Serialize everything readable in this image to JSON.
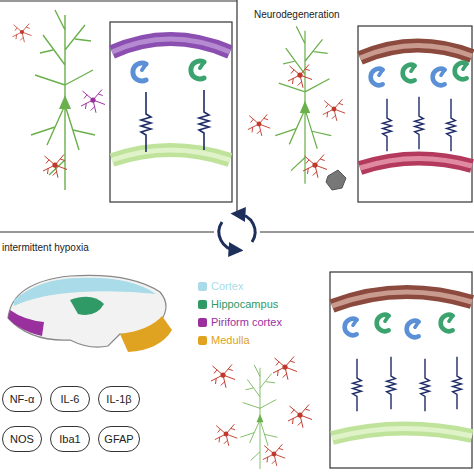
{
  "diagram": {
    "nodes": [
      {
        "text": [
          "NF-α"
        ]
      },
      {
        "text": [
          "IL-6"
        ]
      },
      {
        "text": [
          "IL-1β"
        ]
      },
      {
        "text": [
          "NOS"
        ]
      },
      {
        "text": [
          "Iba1"
        ]
      },
      {
        "text": [
          "GFAP"
        ]
      }
    ],
    "labels": [
      "Neurodegeneration",
      "intermittent hypoxia"
    ],
    "legend": [
      {
        "text": "Cortex",
        "color": "#a9dce8"
      },
      {
        "text": "Hippocampus",
        "color": "#2f9a66"
      },
      {
        "text": "Piriform cortex",
        "color": "#9a2f9e"
      },
      {
        "text": "Medulla",
        "color": "#e0a321"
      }
    ]
  }
}
